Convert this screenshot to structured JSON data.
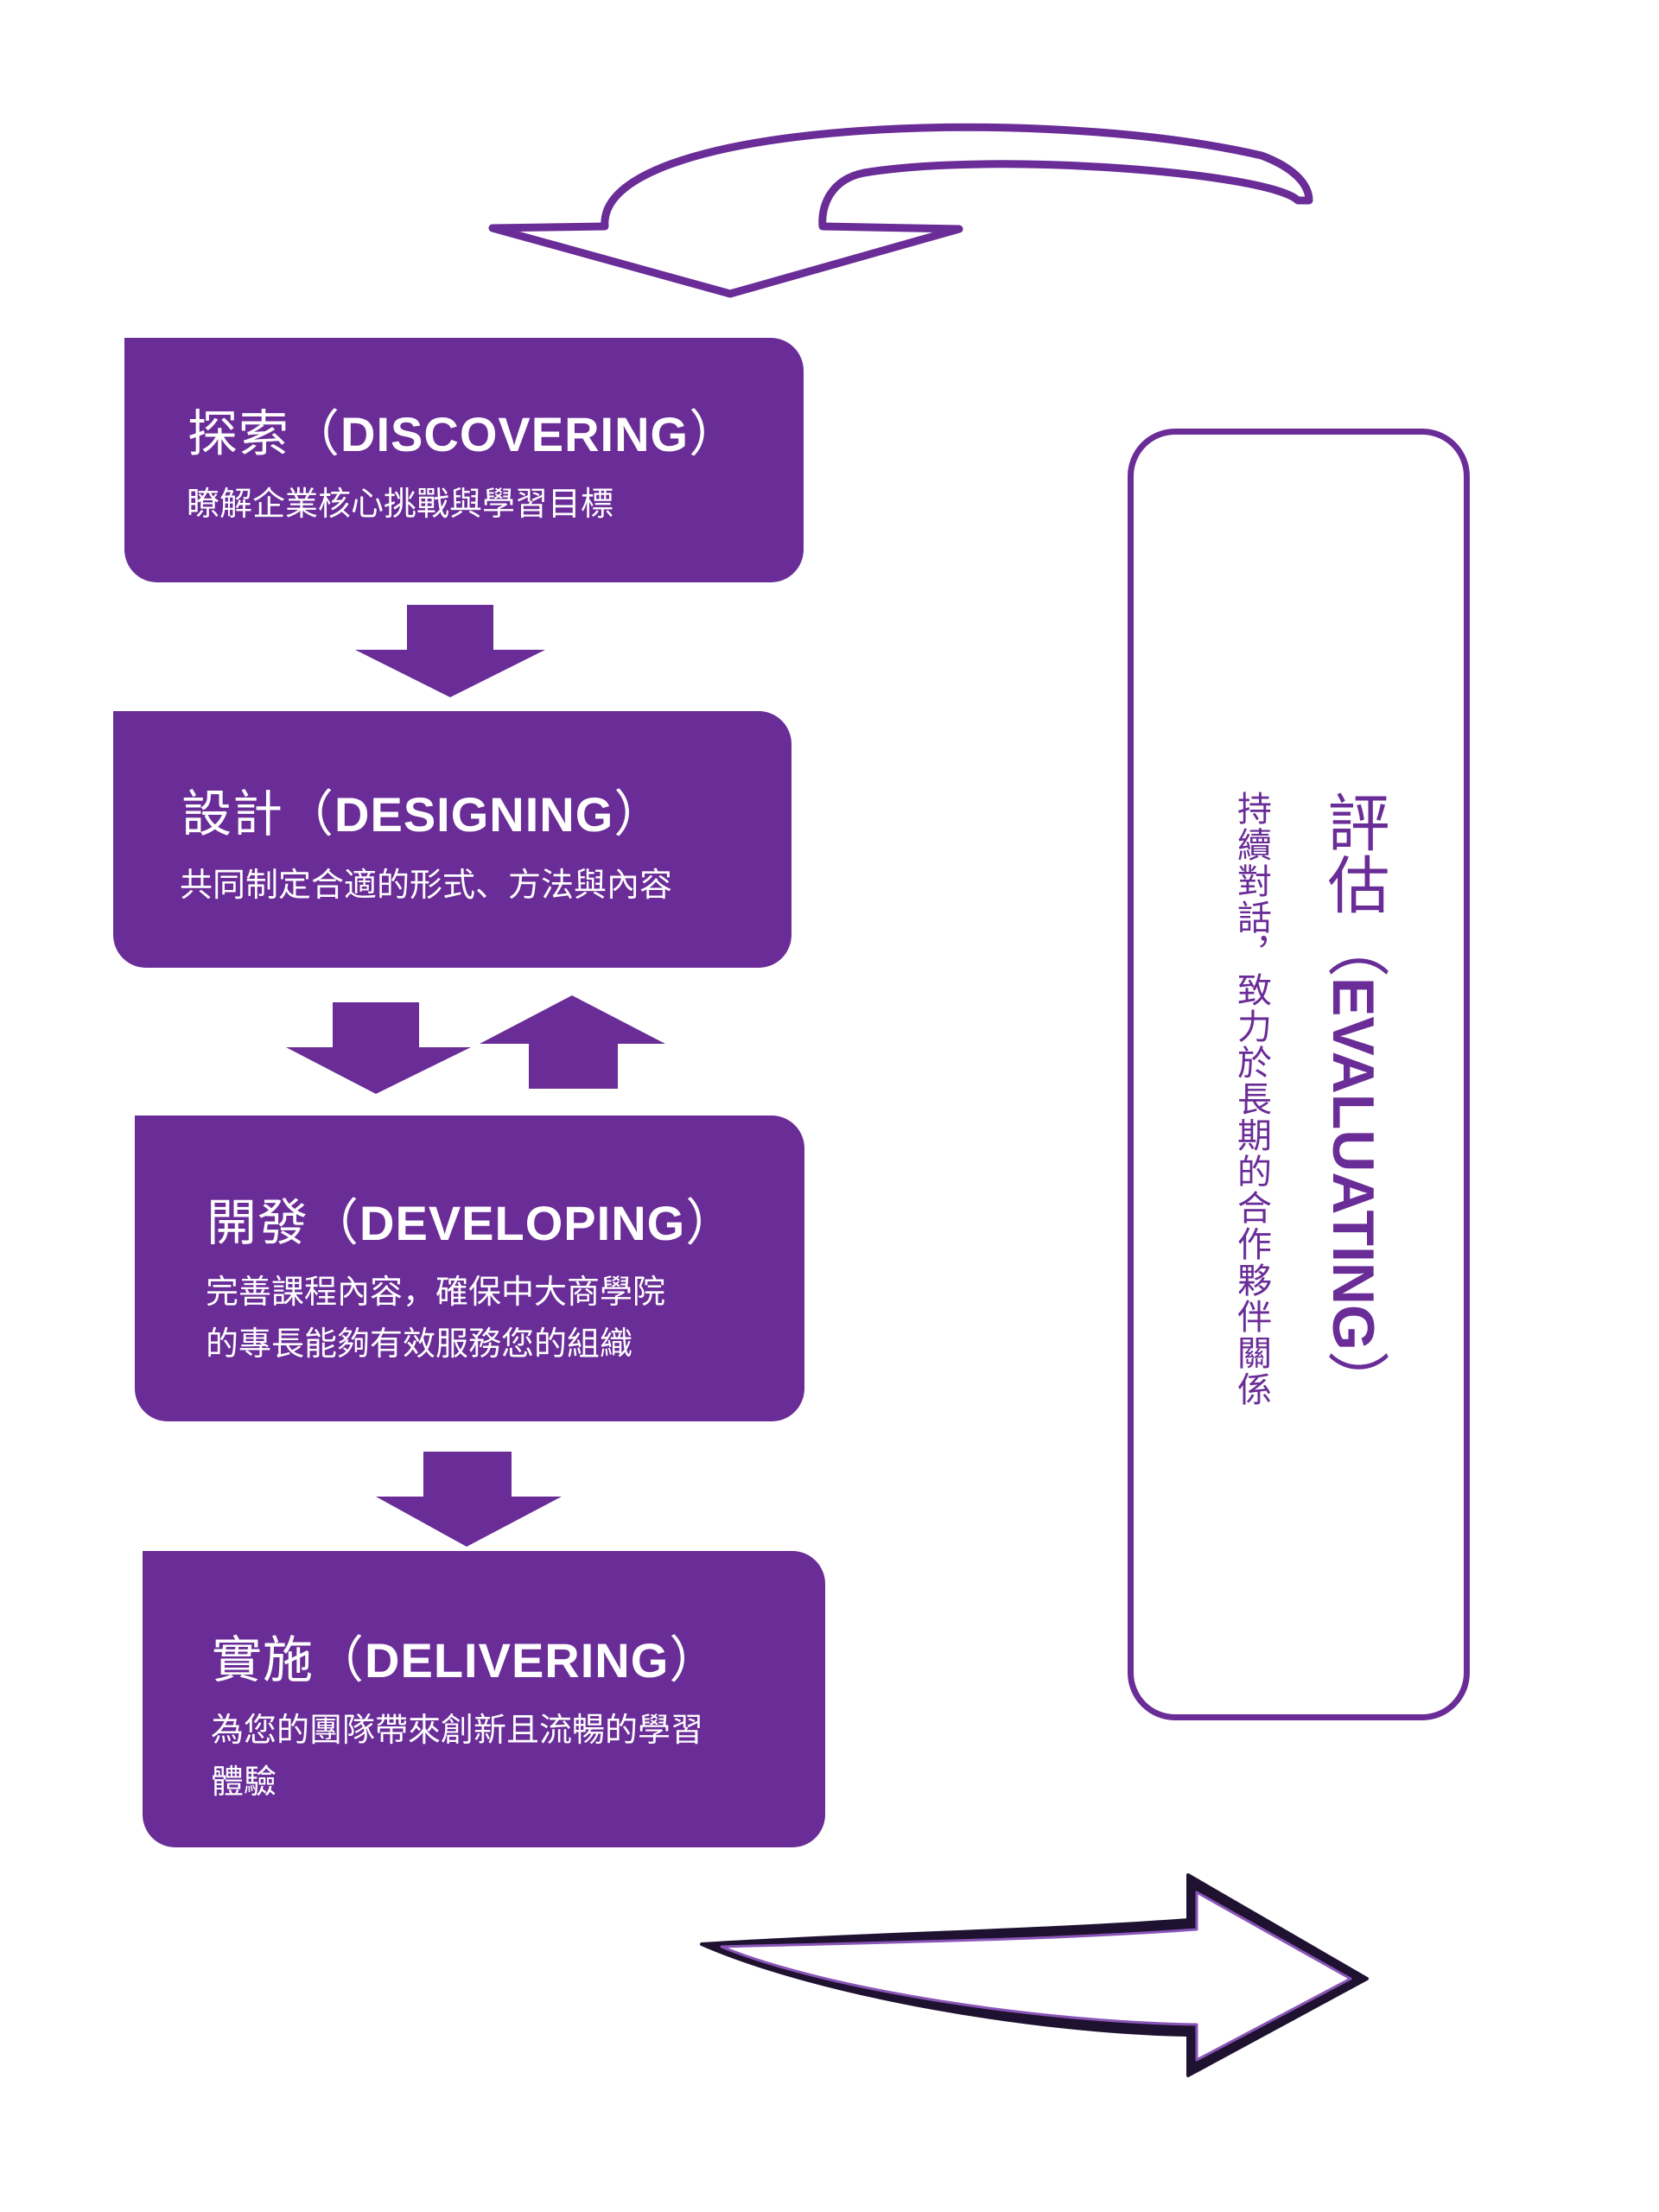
{
  "colors": {
    "primary_purple": "#6a2c97",
    "text_on_purple": "#ffffff",
    "background": "#ffffff"
  },
  "steps": [
    {
      "title_zh": "探索",
      "title_en": "DISCOVERING",
      "description_lines": [
        "瞭解企業核心挑戰與學習目標"
      ]
    },
    {
      "title_zh": "設計",
      "title_en": "DESIGNING",
      "description_lines": [
        "共同制定合適的形式、方法與內容"
      ]
    },
    {
      "title_zh": "開發",
      "title_en": "DEVELOPING",
      "description_lines": [
        "完善課程內容，確保中大商學院",
        "的專長能夠有效服務您的組織"
      ]
    },
    {
      "title_zh": "實施",
      "title_en": "DELIVERING",
      "description_lines": [
        "為您的團隊帶來創新且流暢的學習",
        "體驗"
      ]
    }
  ],
  "evaluation": {
    "title_zh": "評估",
    "title_en": "EVALUATING",
    "description": "持續對話，致力於長期的合作夥伴關係"
  },
  "punctuation": {
    "open_paren": "（",
    "close_paren": "）"
  },
  "connectors": [
    {
      "from": "探索",
      "to": "設計",
      "direction": "down"
    },
    {
      "from": "設計",
      "to": "開發",
      "direction": "down-and-up"
    },
    {
      "from": "開發",
      "to": "實施",
      "direction": "down"
    },
    {
      "from": "實施",
      "to": "評估",
      "direction": "right"
    },
    {
      "from": "評估",
      "to": "探索",
      "direction": "loop-back"
    }
  ]
}
